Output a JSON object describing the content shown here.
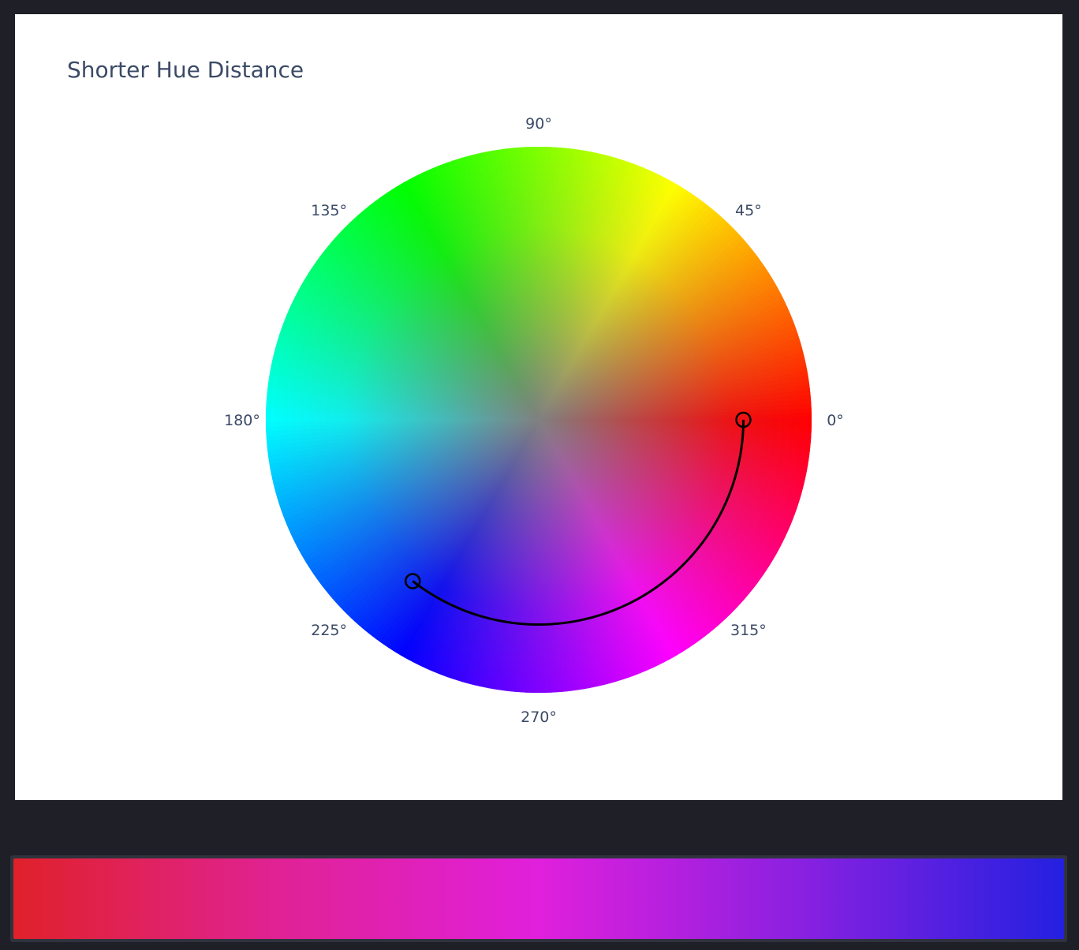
{
  "chart_data": {
    "type": "polar-color-wheel",
    "title": "Shorter Hue Distance",
    "angular_ticks": [
      "0°",
      "45°",
      "90°",
      "135°",
      "180°",
      "225°",
      "270°",
      "315°"
    ],
    "tick_angles_deg": [
      0,
      45,
      90,
      135,
      180,
      225,
      270,
      315
    ],
    "path": {
      "start": {
        "hue_deg": 0,
        "radius_fraction": 0.75
      },
      "end": {
        "hue_deg": 232,
        "radius_fraction": 0.75
      },
      "direction": "clockwise",
      "color": "#000000"
    },
    "gradient": {
      "stops": [
        "#e0212a",
        "#e02294",
        "#e020dc",
        "#8a20e0",
        "#2420e0"
      ]
    }
  }
}
